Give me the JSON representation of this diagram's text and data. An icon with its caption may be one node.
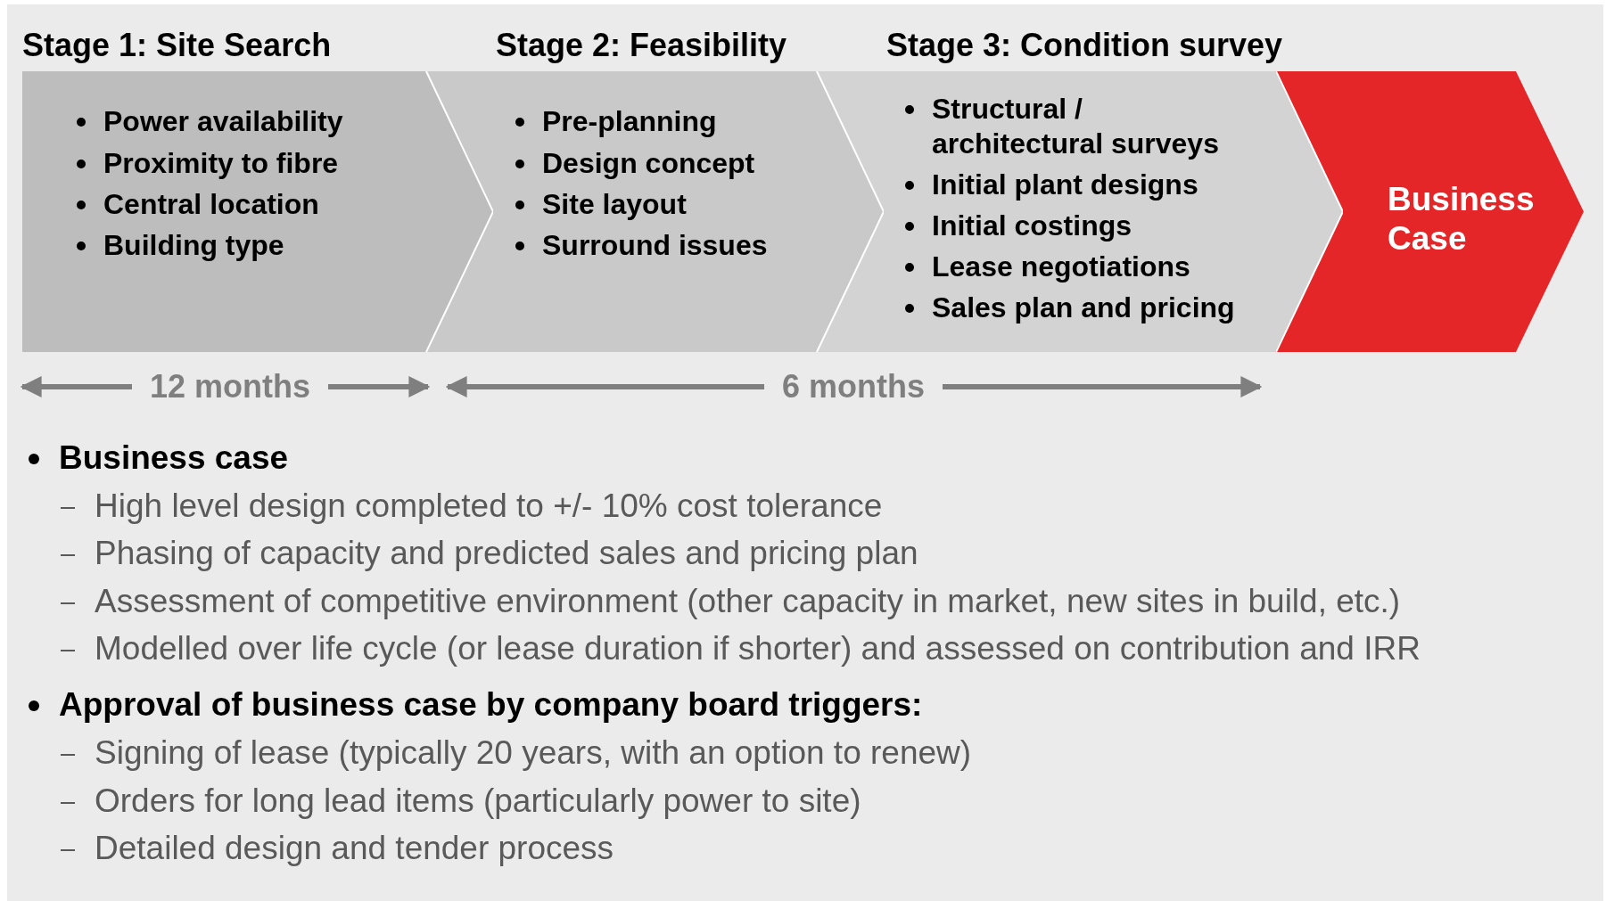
{
  "diagram": {
    "nodes": [
      {
        "text": [
          "Stage 1: Site Search",
          "Power availability",
          "Proximity to fibre",
          "Central location",
          "Building type"
        ]
      },
      {
        "text": [
          "Stage 2: Feasibility",
          "Pre-planning",
          "Design concept",
          "Site layout",
          "Surround issues"
        ]
      },
      {
        "text": [
          "Stage 3: Condition survey",
          "Structural / architectural surveys",
          "Initial plant designs",
          "Initial costings",
          "Lease negotiations",
          "Sales plan and pricing"
        ]
      },
      {
        "text": [
          "Business Case"
        ]
      }
    ],
    "labels": [
      "12 months",
      "6 months",
      "Business case",
      "High level design completed to +/- 10% cost tolerance",
      "Phasing of capacity and predicted sales and pricing plan",
      "Assessment of competitive environment (other capacity in market, new sites in build, etc.)",
      "Modelled over life cycle (or lease duration if shorter) and assessed on contribution and IRR",
      "Approval of business case by company board triggers:",
      "Signing of lease (typically 20 years, with an option to renew)",
      "Orders for long lead items (particularly power to site)",
      "Detailed design and tender process"
    ]
  }
}
